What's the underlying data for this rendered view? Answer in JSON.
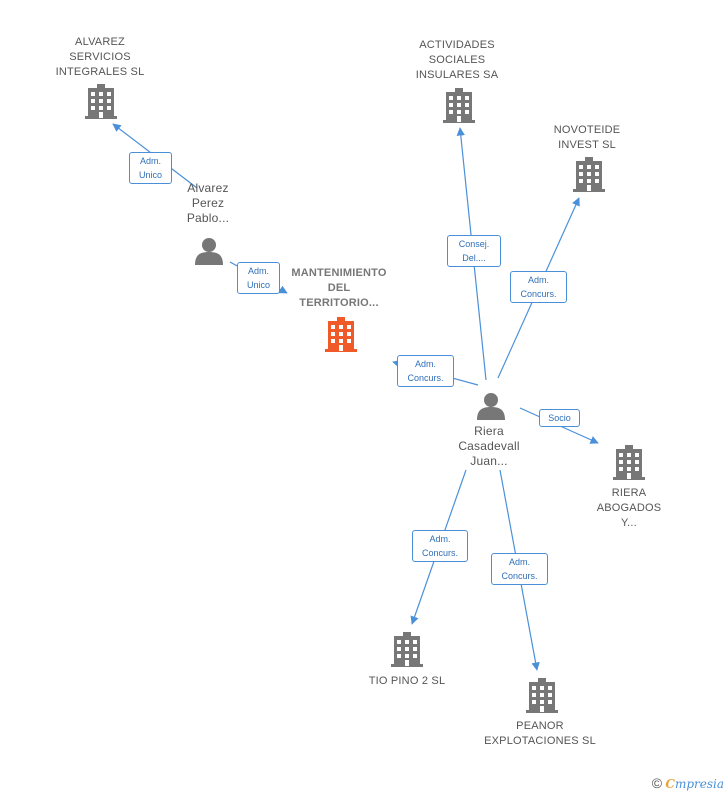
{
  "nodes": {
    "alvarez_servicios": {
      "lines": [
        "ALVAREZ",
        "SERVICIOS",
        "INTEGRALES SL"
      ]
    },
    "actividades_sociales": {
      "lines": [
        "ACTIVIDADES",
        "SOCIALES",
        "INSULARES SA"
      ]
    },
    "novoteide": {
      "lines": [
        "NOVOTEIDE",
        "INVEST SL"
      ]
    },
    "alvarez_perez": {
      "lines": [
        "Alvarez",
        "Perez",
        "Pablo..."
      ]
    },
    "mantenimiento": {
      "lines": [
        "MANTENIMIENTO",
        "DEL",
        "TERRITORIO..."
      ]
    },
    "riera_casadevall": {
      "lines": [
        "Riera",
        "Casadevall",
        "Juan..."
      ]
    },
    "riera_abogados": {
      "lines": [
        "RIERA",
        "ABOGADOS",
        "Y..."
      ]
    },
    "tio_pino": {
      "lines": [
        "TIO PINO 2 SL"
      ]
    },
    "peanor": {
      "lines": [
        "PEANOR",
        "EXPLOTACIONES SL"
      ]
    }
  },
  "edges": {
    "e1": {
      "lines": [
        "Adm.",
        "Unico"
      ]
    },
    "e2": {
      "lines": [
        "Adm.",
        "Unico"
      ]
    },
    "e3": {
      "lines": [
        "Consej.",
        "Del...."
      ]
    },
    "e4": {
      "lines": [
        "Adm.",
        "Concurs."
      ]
    },
    "e5": {
      "lines": [
        "Adm.",
        "Concurs."
      ]
    },
    "e6": {
      "lines": [
        "Socio"
      ]
    },
    "e7": {
      "lines": [
        "Adm.",
        "Concurs."
      ]
    },
    "e8": {
      "lines": [
        "Adm.",
        "Concurs."
      ]
    }
  },
  "footer": {
    "copyright": "©",
    "brand_initial": "C",
    "brand_rest": "mpresia"
  },
  "colors": {
    "edge": "#4a90d9",
    "building": "#777777",
    "focus_building": "#f05a28",
    "person": "#777777"
  }
}
